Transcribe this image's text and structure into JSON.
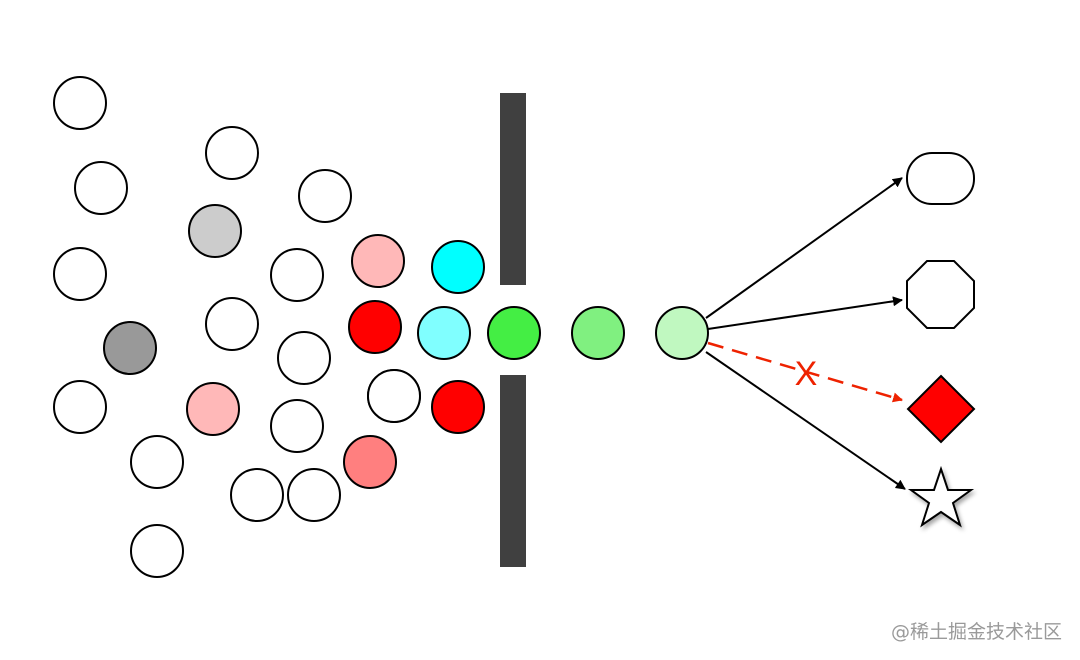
{
  "diagram": {
    "particles": [
      {
        "id": "p01",
        "fill": "#ffffff"
      },
      {
        "id": "p02",
        "fill": "#ffffff"
      },
      {
        "id": "p03",
        "fill": "#ffffff"
      },
      {
        "id": "p04",
        "fill": "#ffffff"
      },
      {
        "id": "p05",
        "fill": "#ffffff"
      },
      {
        "id": "p06",
        "fill": "#ffffff"
      },
      {
        "id": "p07",
        "fill": "#ffffff"
      },
      {
        "id": "p08",
        "fill": "#cccccc"
      },
      {
        "id": "p09",
        "fill": "#ffffff"
      },
      {
        "id": "p10",
        "fill": "#ffffff"
      },
      {
        "id": "p11",
        "fill": "#999999"
      },
      {
        "id": "p12",
        "fill": "#ffffff"
      },
      {
        "id": "p13",
        "fill": "#ffb8b8"
      },
      {
        "id": "p14",
        "fill": "#ffffff"
      },
      {
        "id": "p15",
        "fill": "#ffffff"
      },
      {
        "id": "p16",
        "fill": "#ffffff"
      },
      {
        "id": "p17",
        "fill": "#ffffff"
      },
      {
        "id": "p18",
        "fill": "#ffffff"
      },
      {
        "id": "p19",
        "fill": "#ffb8b8"
      },
      {
        "id": "p20",
        "fill": "#ff0000"
      },
      {
        "id": "p21",
        "fill": "#ffffff"
      },
      {
        "id": "p22",
        "fill": "#ff7f7f"
      },
      {
        "id": "p23",
        "fill": "#00ffff"
      },
      {
        "id": "p24",
        "fill": "#80ffff"
      },
      {
        "id": "p25",
        "fill": "#ff0000"
      }
    ],
    "stream": [
      {
        "id": "s1",
        "fill": "#44ee44"
      },
      {
        "id": "s2",
        "fill": "#80f080"
      },
      {
        "id": "s3",
        "fill": "#c0f8c0"
      }
    ],
    "barrier_color": "#404040",
    "arrow_color": "#000000",
    "blocked_color": "#ee2200",
    "blocked_mark": "X",
    "targets": [
      {
        "shape": "rounded-rect",
        "fill": "#ffffff",
        "blocked": false
      },
      {
        "shape": "octagon",
        "fill": "#ffffff",
        "blocked": false
      },
      {
        "shape": "diamond",
        "fill": "#ff0000",
        "blocked": true
      },
      {
        "shape": "star",
        "fill": "#ffffff",
        "blocked": false
      }
    ]
  },
  "watermark": "@稀土掘金技术社区"
}
